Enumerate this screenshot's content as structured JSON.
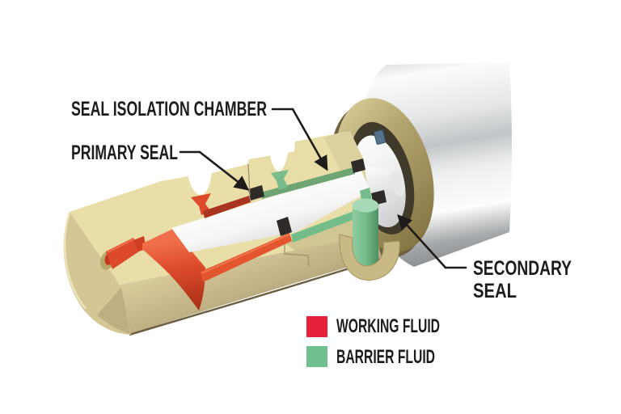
{
  "diagram": {
    "callouts": {
      "seal_isolation_chamber": "SEAL ISOLATION CHAMBER",
      "primary_seal": "PRIMARY SEAL",
      "secondary_seal_line1": "SECONDARY",
      "secondary_seal_line2": "SEAL"
    },
    "legend": {
      "items": [
        {
          "label": "WORKING FLUID",
          "color": "#E6213C"
        },
        {
          "label": "BARRIER FLUID",
          "color": "#6FBF8F"
        }
      ]
    },
    "colors": {
      "label_text": "#1D1C1A",
      "housing_tan_face": "#E9DDA8",
      "gland_gold": "#AFA069",
      "pump_body_silver": "#C4C7C9",
      "shaft_white": "#F8F8F7",
      "working_fluid_part": "#DC4A2B",
      "working_fluid_dark": "#A93420",
      "working_fluid_bright": "#E2552F",
      "barrier_fluid_part": "#79BC8B",
      "barrier_fluid_dark": "#6FA573",
      "barrier_fluid_bright": "#74BD8A",
      "seal_black": "#2E2B28"
    }
  }
}
